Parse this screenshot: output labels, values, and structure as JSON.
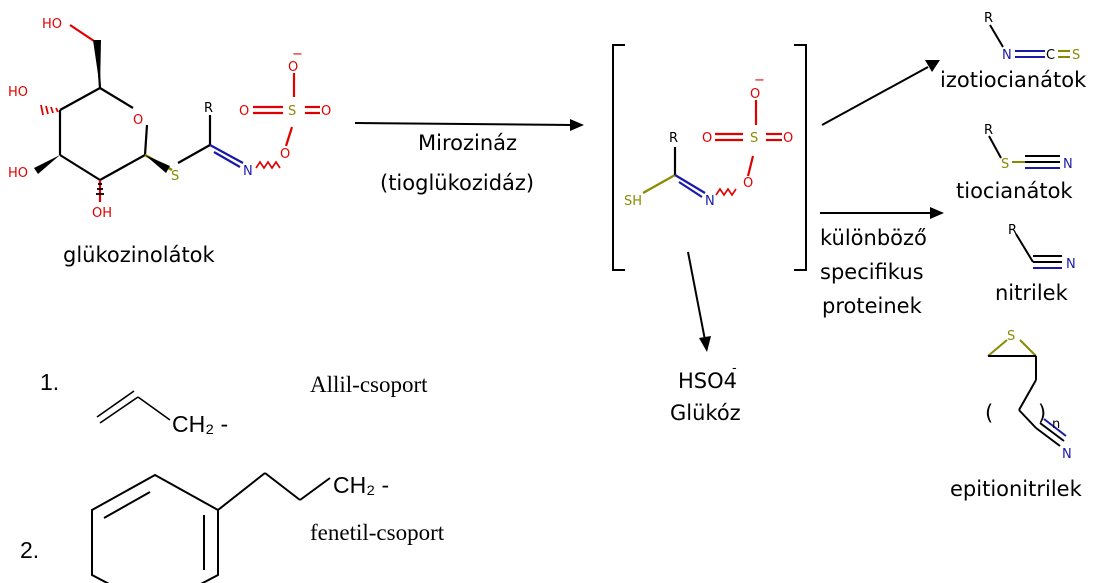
{
  "labels": {
    "glucosinolates": "glükozinolátok",
    "enzyme_line1": "Mirozináz",
    "enzyme_line2": "(tioglükozidáz)",
    "isothiocyanates": "izotiocianátok",
    "thiocyanates": "tiocianátok",
    "nitriles": "nitrilek",
    "epithionitriles": "epitionitrilek",
    "proteins_line1": "különböző",
    "proteins_line2": "specifikus",
    "proteins_line3": "proteinek",
    "byproduct_1": "HSO4",
    "byproduct_1_charge": "-",
    "byproduct_2": "Glükóz"
  },
  "examples": [
    {
      "number": "1.",
      "formula": "CH₂ -",
      "name": "Allil-csoport"
    },
    {
      "number": "2.",
      "formula": "CH₂ -",
      "name": "fenetil-csoport"
    }
  ],
  "atoms": {
    "HO": "HO",
    "OH": "OH",
    "O": "O",
    "S": "S",
    "N": "N",
    "C": "C",
    "R": "R",
    "SH": "SH",
    "minus": "−",
    "n": "n",
    "paren_open": "(",
    "paren_close": ")"
  },
  "colors": {
    "oxygen": "#e00000",
    "sulfur": "#8a8a00",
    "nitrogen": "#1a1aa8",
    "bond": "#000000"
  }
}
